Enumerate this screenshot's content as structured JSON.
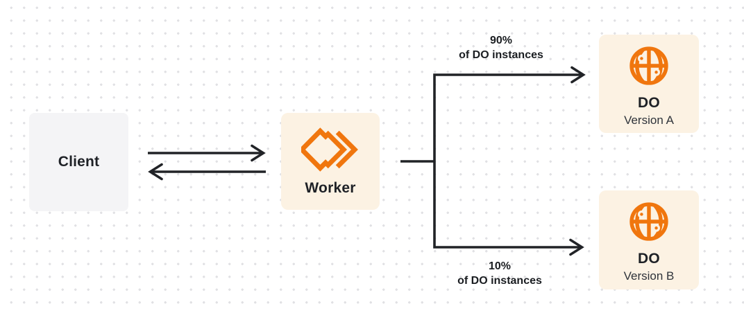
{
  "diagram": {
    "nodes": {
      "client": {
        "label": "Client"
      },
      "worker": {
        "label": "Worker"
      },
      "do_version_a": {
        "title": "DO",
        "subtitle": "Version A"
      },
      "do_version_b": {
        "title": "DO",
        "subtitle": "Version B"
      }
    },
    "edge_labels": {
      "top_branch": {
        "percent": "90%",
        "caption": "of DO instances"
      },
      "bottom_branch": {
        "percent": "10%",
        "caption": "of DO instances"
      }
    },
    "icons": {
      "worker": "code-chevrons-icon",
      "do_version_a": "globe-icon",
      "do_version_b": "globe-icon"
    },
    "colors": {
      "accent_orange": "#F0760E",
      "node_cream_bg": "#FCF2E3",
      "node_gray_bg": "#F4F4F6",
      "connector_dark": "#212327",
      "dot_grid": "#E1E1E4",
      "text_primary": "#1E2126",
      "text_secondary": "#2E333A",
      "canvas_bg": "#FFFFFF"
    }
  }
}
